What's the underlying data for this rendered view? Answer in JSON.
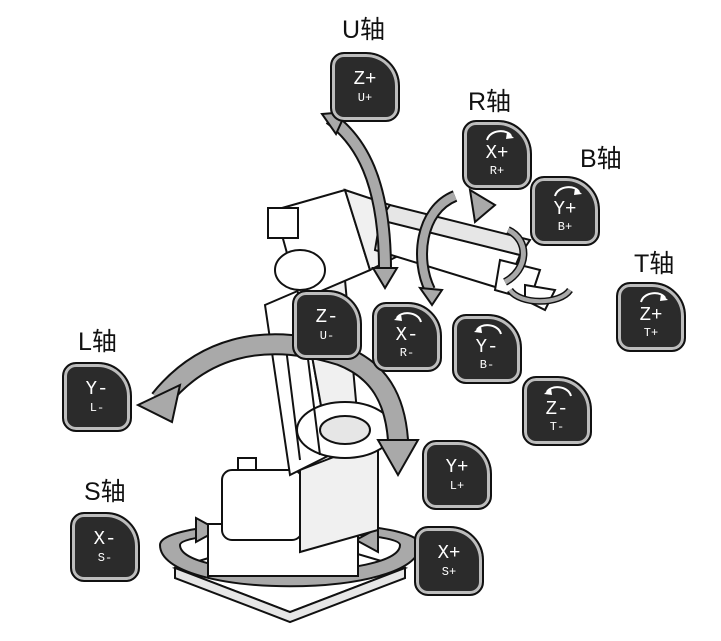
{
  "axis_labels": {
    "u": "U轴",
    "r": "R轴",
    "b": "B轴",
    "t": "T轴",
    "l": "L轴",
    "s": "S轴"
  },
  "keys": {
    "z_plus_u_plus": {
      "main": "Z+",
      "sub": "U+"
    },
    "x_plus_r_plus": {
      "main": "X+",
      "sub": "R+"
    },
    "y_plus_b_plus": {
      "main": "Y+",
      "sub": "B+"
    },
    "z_plus_t_plus": {
      "main": "Z+",
      "sub": "T+"
    },
    "z_minus_u_minus": {
      "main": "Z-",
      "sub": "U-"
    },
    "x_minus_r_minus": {
      "main": "X-",
      "sub": "R-"
    },
    "y_minus_b_minus": {
      "main": "Y-",
      "sub": "B-"
    },
    "z_minus_t_minus": {
      "main": "Z-",
      "sub": "T-"
    },
    "y_minus_l_minus": {
      "main": "Y-",
      "sub": "L-"
    },
    "y_plus_l_plus": {
      "main": "Y+",
      "sub": "L+"
    },
    "x_minus_s_minus": {
      "main": "X-",
      "sub": "S-"
    },
    "x_plus_s_plus": {
      "main": "X+",
      "sub": "S+"
    }
  },
  "colors": {
    "key_fill": "#2b2b2b",
    "key_text": "#ffffff",
    "arrow_fill": "#a9a9a9",
    "outline": "#111111"
  }
}
